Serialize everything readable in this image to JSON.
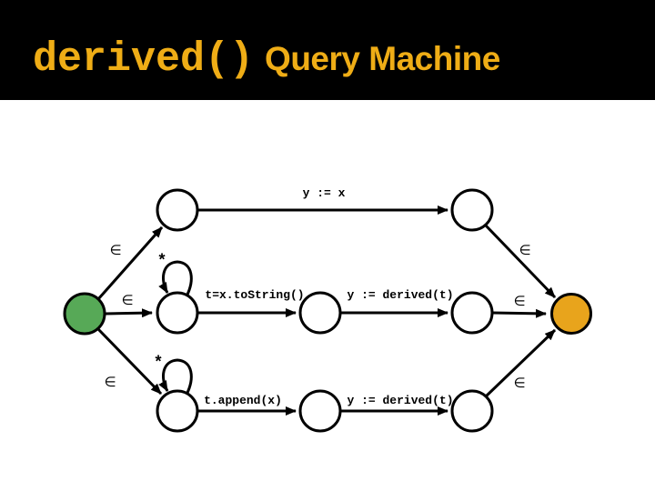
{
  "header": {
    "title_code": "derived()",
    "title_text": "Query Machine",
    "title_color": "#EFAD16",
    "background": "#000000"
  },
  "diagram": {
    "background": "#FFFFFF",
    "symbols": {
      "epsilon": "∈",
      "star": "*"
    },
    "nodes": {
      "start_color": "#57A957",
      "accept_color": "#E8A41C",
      "default_color": "#FFFFFF",
      "outline_color": "#000000"
    },
    "edges": {
      "top": {
        "label": "y := x"
      },
      "middle": [
        {
          "label": "t=x.toString()"
        },
        {
          "label": "y := derived(t)"
        }
      ],
      "bottom": [
        {
          "label": "t.append(x)"
        },
        {
          "label": "y := derived(t)"
        }
      ]
    }
  }
}
